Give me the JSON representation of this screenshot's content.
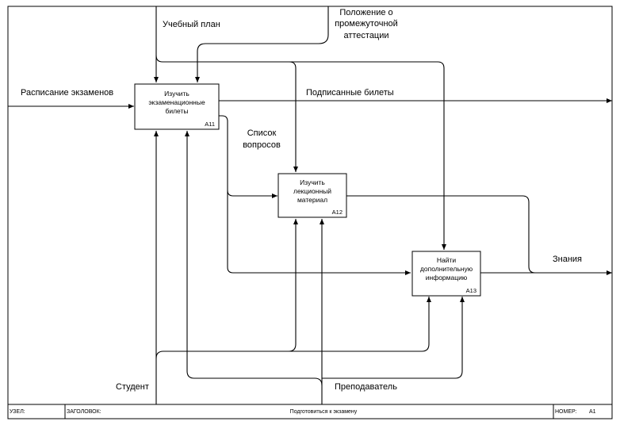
{
  "boxes": {
    "a11": {
      "lines": [
        "Изучить",
        "экзаменационные",
        "билеты"
      ],
      "number": "A11"
    },
    "a12": {
      "lines": [
        "Изучить",
        "лекционный",
        "материал"
      ],
      "number": "A12"
    },
    "a13": {
      "lines": [
        "Найти",
        "дополнительную",
        "информацию"
      ],
      "number": "A13"
    }
  },
  "arrows": {
    "uchebny_plan": "Учебный план",
    "polozhenie": [
      "Положение о",
      "промежуточной",
      "аттестации"
    ],
    "raspisanie": "Расписание экзаменов",
    "podpisannye": "Подписанные билеты",
    "spisok": [
      "Список",
      "вопросов"
    ],
    "znaniya": "Знания",
    "student": "Студент",
    "prepodavatel": "Преподаватель"
  },
  "footer": {
    "node_label": "УЗЕЛ:",
    "title_label": "ЗАГОЛОВОК:",
    "title": "Подготовиться к экзамену",
    "number_label": "НОМЕР:",
    "number": "A1"
  }
}
